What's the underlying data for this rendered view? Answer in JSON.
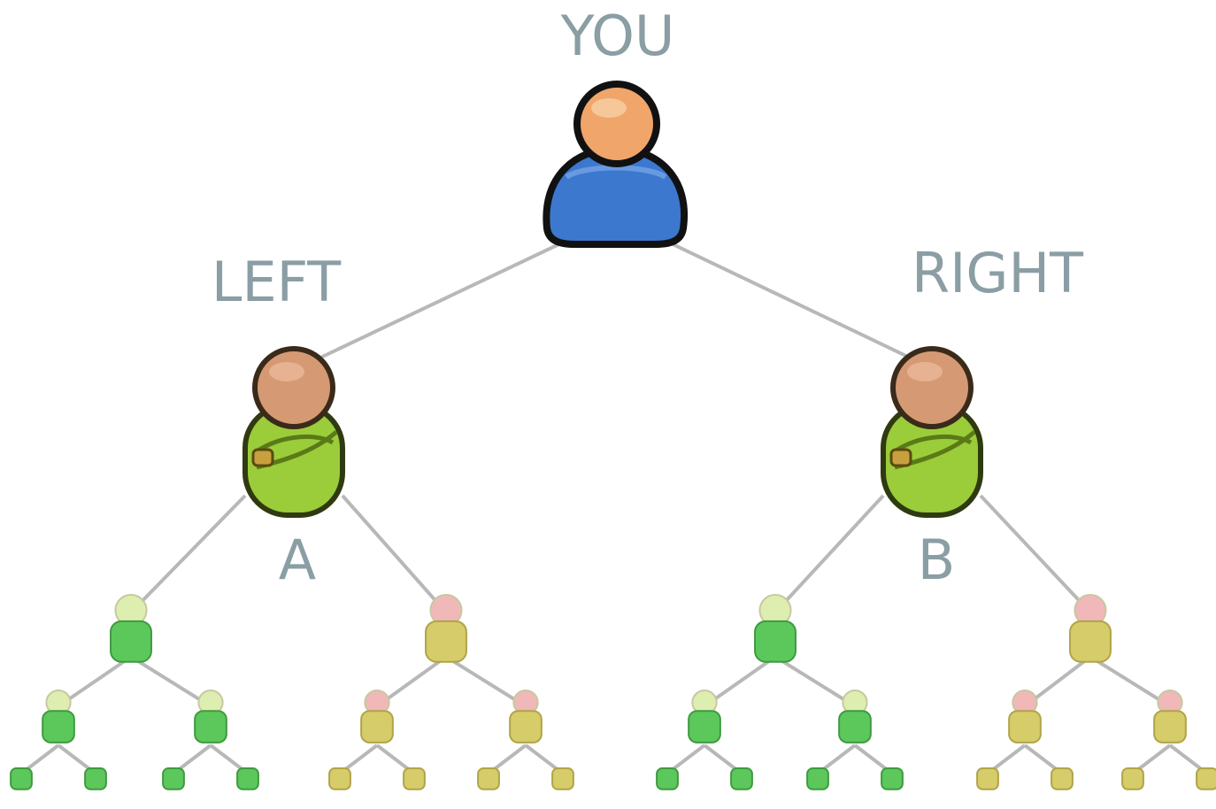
{
  "labels": {
    "root": "YOU",
    "left_leg": "LEFT",
    "right_leg": "RIGHT",
    "left_child": "A",
    "right_child": "B"
  },
  "tree": {
    "root": {
      "type": "user"
    },
    "level1": [
      {
        "type": "member",
        "body_color": "green"
      },
      {
        "type": "member",
        "body_color": "green"
      }
    ],
    "level2": [
      {
        "color": "green"
      },
      {
        "color": "yellow"
      },
      {
        "color": "green"
      },
      {
        "color": "yellow"
      }
    ],
    "level3": [
      {
        "color": "green"
      },
      {
        "color": "green"
      },
      {
        "color": "yellow"
      },
      {
        "color": "yellow"
      },
      {
        "color": "green"
      },
      {
        "color": "green"
      },
      {
        "color": "yellow"
      },
      {
        "color": "yellow"
      }
    ],
    "level4_per_parent": 2
  },
  "colors": {
    "label_text": "#8a9ea4",
    "line": "#b8b8b8",
    "user_body": "#3d78cf",
    "user_head": "#f0a56a",
    "member_body": "#9bcc3a",
    "member_head": "#d59a74",
    "node_green_body": "#5cc85c",
    "node_green_head": "#ddeeb0",
    "node_yellow_body": "#d6cc6a",
    "node_yellow_head": "#f0b8b8"
  }
}
